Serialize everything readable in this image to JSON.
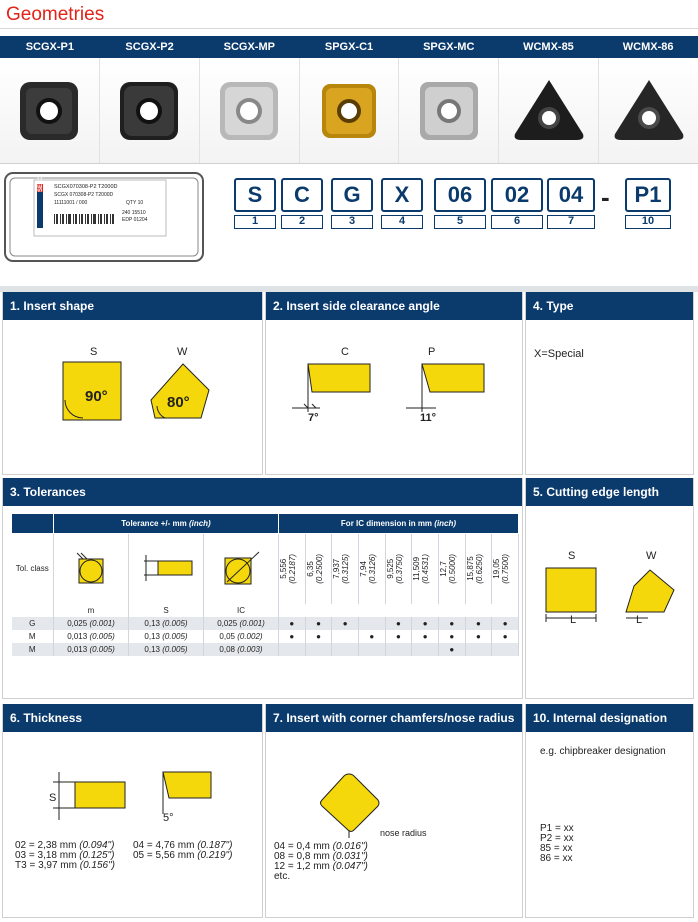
{
  "title": "Geometries",
  "geometries": [
    "SCGX-P1",
    "SCGX-P2",
    "SCGX-MP",
    "SPGX-C1",
    "SPGX-MC",
    "WCMX-85",
    "WCMX-86"
  ],
  "package_label": {
    "brand": "SECO",
    "line1": "SCGX070308-P2 T2000D",
    "line2": "SCGX 070308-P2 T2000D",
    "line3": "11111001 / 000",
    "qty": "QTY 10",
    "line4": "240 15510",
    "line5": "EDP 01204"
  },
  "code": {
    "letters": [
      "S",
      "C",
      "G",
      "X",
      "06",
      "02",
      "04",
      "P1"
    ],
    "numbers": [
      "1",
      "2",
      "3",
      "4",
      "5",
      "6",
      "7",
      "10"
    ],
    "dash": "-"
  },
  "sections": {
    "s1": {
      "title": "1. Insert shape",
      "shape_s": "S",
      "shape_w": "W",
      "angle_s": "90°",
      "angle_w": "80°"
    },
    "s2": {
      "title": "2. Insert side clearance angle",
      "label_c": "C",
      "label_p": "P",
      "angle_c": "7°",
      "angle_p": "11°"
    },
    "s4": {
      "title": "4. Type",
      "text": "X=Special"
    },
    "s3": {
      "title": "3. Tolerances",
      "hdr_tol": "Tol. class",
      "hdr_tolerance": "Tolerance +/- mm",
      "hdr_tolerance_unit": "(inch)",
      "hdr_ic": "For IC dimension in mm",
      "hdr_ic_unit": "(inch)",
      "col_m": "m",
      "col_s": "S",
      "col_ic": "IC",
      "ic_dims": [
        {
          "mm": "5,556",
          "inch": "(0.2187)"
        },
        {
          "mm": "6,35",
          "inch": "(0.2500)"
        },
        {
          "mm": "7,937",
          "inch": "(0.3125)"
        },
        {
          "mm": "7,94",
          "inch": "(0.3126)"
        },
        {
          "mm": "9,525",
          "inch": "(0.3750)"
        },
        {
          "mm": "11,509",
          "inch": "(0.4531)"
        },
        {
          "mm": "12,7",
          "inch": "(0.5000)"
        },
        {
          "mm": "15,875",
          "inch": "(0.6250)"
        },
        {
          "mm": "19,05",
          "inch": "(0.7500)"
        }
      ],
      "rows": [
        {
          "cls": "G",
          "m": "0,025",
          "m_in": "(0.001)",
          "s": "0,13",
          "s_in": "(0.005)",
          "ic": "0,025",
          "ic_in": "(0.001)",
          "dots": [
            "●",
            "●",
            "●",
            "",
            "●",
            "●",
            "●",
            "●",
            "●"
          ]
        },
        {
          "cls": "M",
          "m": "0,013",
          "m_in": "(0.005)",
          "s": "0,13",
          "s_in": "(0.005)",
          "ic": "0,05",
          "ic_in": "(0.002)",
          "dots": [
            "●",
            "●",
            "",
            "●",
            "●",
            "●",
            "●",
            "●",
            "●"
          ]
        },
        {
          "cls": "M",
          "m": "0,013",
          "m_in": "(0.005)",
          "s": "0,13",
          "s_in": "(0.005)",
          "ic": "0,08",
          "ic_in": "(0.003)",
          "dots": [
            "",
            "",
            "",
            "",
            "",
            "",
            "●",
            "",
            ""
          ]
        }
      ]
    },
    "s5": {
      "title": "5. Cutting edge length",
      "shape_s": "S",
      "shape_w": "W",
      "dim": "L"
    },
    "s6": {
      "title": "6. Thickness",
      "dim": "S",
      "angle": "5°",
      "list_left": [
        {
          "t": "02 = 2,38 mm",
          "i": "(0.094\")"
        },
        {
          "t": "03 = 3,18 mm",
          "i": "(0.125\")"
        },
        {
          "t": "T3 = 3,97 mm",
          "i": "(0.156\")"
        }
      ],
      "list_right": [
        {
          "t": "04 = 4,76 mm",
          "i": "(0.187\")"
        },
        {
          "t": "05 = 5,56 mm",
          "i": "(0.219\")"
        }
      ]
    },
    "s7": {
      "title": "7. Insert with corner chamfers/nose radius",
      "nose_label": "nose radius",
      "list": [
        {
          "t": "04 = 0,4 mm",
          "i": "(0.016\")"
        },
        {
          "t": "08 = 0,8 mm",
          "i": "(0.031\")"
        },
        {
          "t": "12 = 1,2 mm",
          "i": "(0.047\")"
        }
      ],
      "etc": "etc."
    },
    "s10": {
      "title": "10. Internal designation",
      "example": "e.g. chipbreaker designation",
      "items": [
        "P1 = xx",
        "P2 = xx",
        "85 = xx",
        "86 = xx"
      ]
    }
  },
  "colors": {
    "navy": "#0b3a6c",
    "yellow": "#f5d80c",
    "red": "#e2231a"
  }
}
